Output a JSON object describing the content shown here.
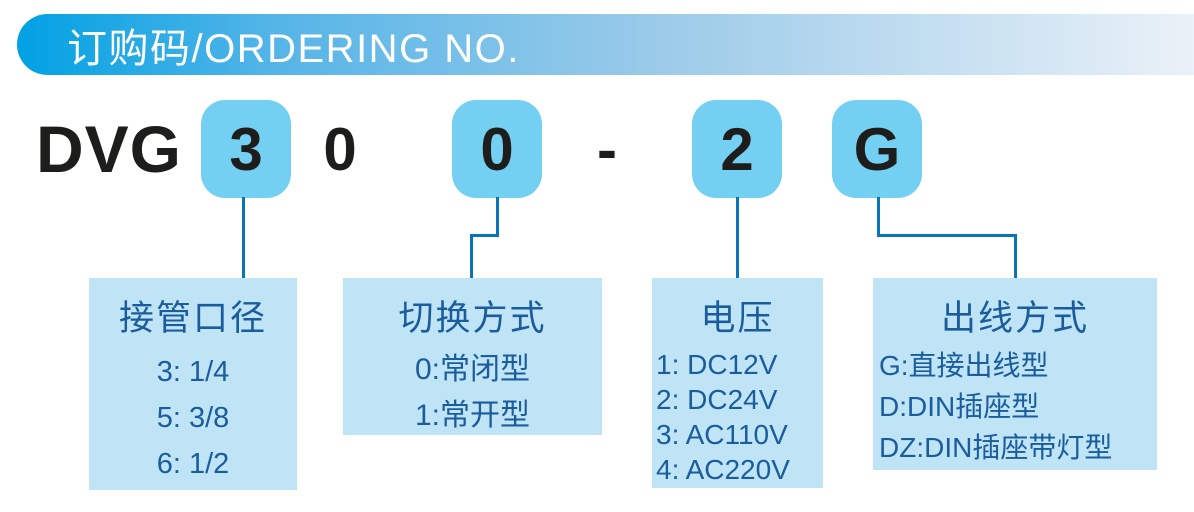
{
  "header": {
    "title": "订购码/ORDERING NO."
  },
  "code": {
    "prefix": "DVG",
    "segments": [
      {
        "char": "3",
        "boxed": true
      },
      {
        "char": "0",
        "boxed": false
      },
      {
        "char": "0",
        "boxed": true
      },
      {
        "char": "-",
        "boxed": false
      },
      {
        "char": "2",
        "boxed": true
      },
      {
        "char": "G",
        "boxed": true
      }
    ]
  },
  "groups": [
    {
      "title": "接管口径",
      "items": [
        "3: 1/4",
        "5: 3/8",
        "6: 1/2"
      ]
    },
    {
      "title": "切换方式",
      "items": [
        "0:常闭型",
        "1:常开型"
      ]
    },
    {
      "title": "电压",
      "items": [
        "1: DC12V",
        "2: DC24V",
        "3: AC110V",
        "4: AC220V"
      ]
    },
    {
      "title": "出线方式",
      "items": [
        "G:直接出线型",
        "D:DIN插座型",
        "DZ:DIN插座带灯型"
      ]
    }
  ],
  "colors": {
    "header_gradient_start": "#00a1e3",
    "header_gradient_end": "#eaf1f8",
    "code_box_fill": "#74d0f2",
    "legend_box_fill": "#bfe4f6",
    "legend_text": "#1b5c9d",
    "connector_line": "#0a73ba",
    "code_text": "#1d1d1b"
  }
}
